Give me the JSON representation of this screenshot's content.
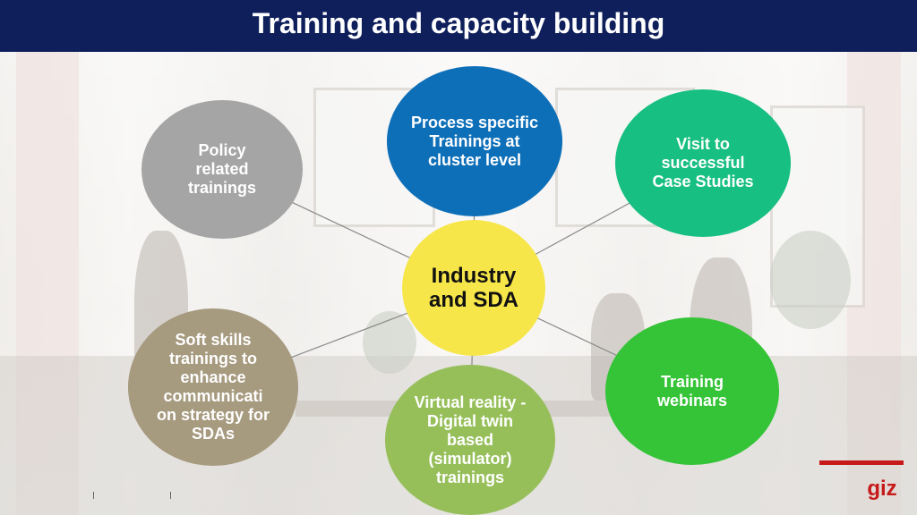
{
  "title": "Training and capacity building",
  "diagram": {
    "center": {
      "label": "Industry and SDA",
      "color": "#f6e64a"
    },
    "nodes": [
      {
        "id": "process",
        "label": "Process specific Trainings at cluster level",
        "color": "#0d6fb8"
      },
      {
        "id": "visit",
        "label": "Visit to successful Case Studies",
        "color": "#17bf82"
      },
      {
        "id": "webinars",
        "label": "Training webinars",
        "color": "#35c437"
      },
      {
        "id": "vr",
        "label": "Virtual reality -Digital twin based (simulator) trainings",
        "color": "#96bf5a"
      },
      {
        "id": "soft",
        "label": "Soft skills trainings to enhance communicati on strategy for SDAs",
        "color": "#a69a7f"
      },
      {
        "id": "policy",
        "label": "Policy related trainings",
        "color": "#a5a5a5"
      }
    ],
    "connector_color": "#8a8a8a"
  },
  "brand": {
    "logo_text": "giz",
    "color": "#c61a1a",
    "header_color": "#0e1f5b"
  }
}
